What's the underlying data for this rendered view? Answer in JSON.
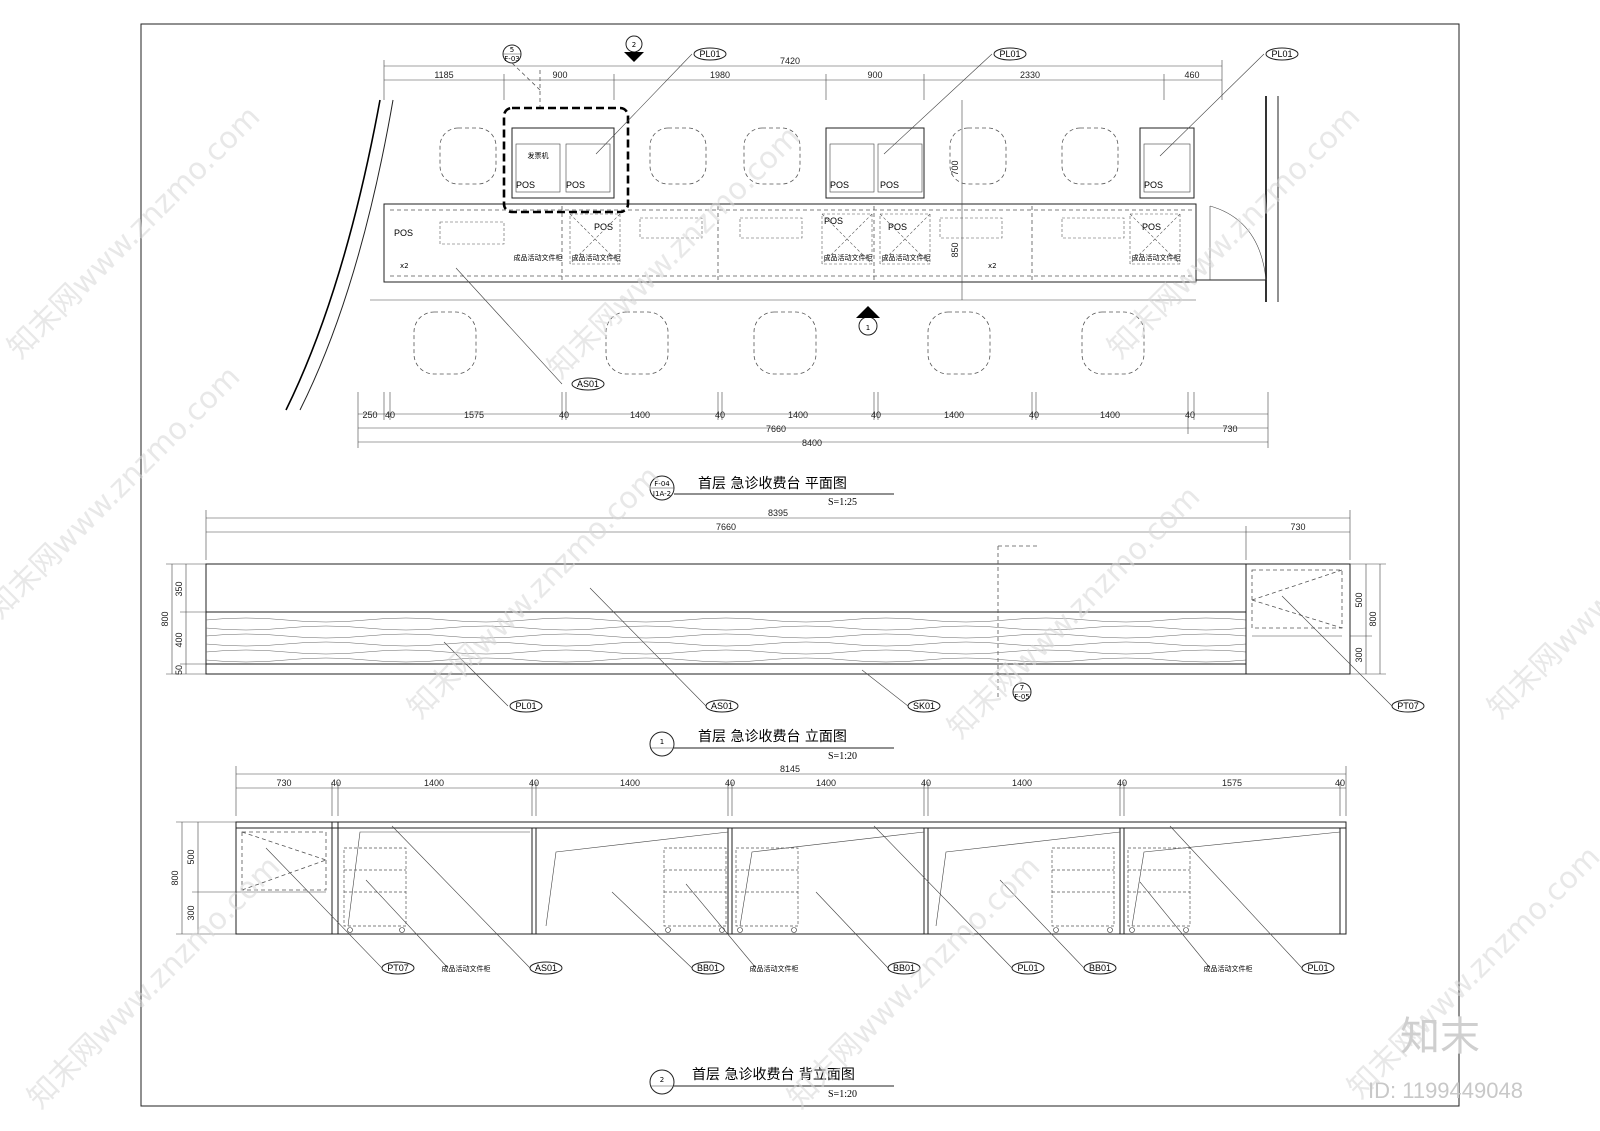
{
  "plan": {
    "top_dims": [
      "1185",
      "900",
      "1980",
      "900",
      "2330",
      "460"
    ],
    "top_total": "7420",
    "bottom_dims": [
      "250",
      "40",
      "1575",
      "40",
      "1400",
      "40",
      "1400",
      "40",
      "1400",
      "40",
      "1400",
      "40"
    ],
    "sub_total": "7660",
    "side_dim": "730",
    "total": "8400",
    "vert_dims": [
      "700",
      "850"
    ],
    "pos_label": "POS",
    "cabinet_label": "成品活动文件柜",
    "monitor_label": "发票机",
    "qty_labels": [
      "x2",
      "x2"
    ],
    "tags": [
      "PL01",
      "PL01",
      "PL01",
      "AS01"
    ],
    "section_ref": [
      "5",
      "F-03"
    ],
    "elev_ref": "2",
    "elev_ref2": "1",
    "title": "首层 急诊收费台 平面图",
    "drawing_no": [
      "F-04",
      "I1A-2"
    ],
    "scale": "S=1:25"
  },
  "elevation": {
    "total": "8395",
    "dims": [
      "7660",
      "730"
    ],
    "vert_left": [
      "350",
      "400",
      "50"
    ],
    "vert_left_total": "800",
    "vert_right": [
      "500",
      "300"
    ],
    "vert_right_total": "800",
    "tags": [
      "PL01",
      "AS01",
      "SK01",
      "PT07"
    ],
    "ref": [
      "7",
      "F-05"
    ],
    "num": "1",
    "title": "首层 急诊收费台 立面图",
    "scale": "S=1:20"
  },
  "back_elevation": {
    "total": "8145",
    "dims": [
      "730",
      "40",
      "1400",
      "40",
      "1400",
      "40",
      "1400",
      "40",
      "1400",
      "40",
      "1575",
      "40"
    ],
    "vert": [
      "500",
      "300"
    ],
    "vert_total": "800",
    "tags": [
      "PT07",
      "成品活动文件柜",
      "AS01",
      "BB01",
      "成品活动文件柜",
      "BB01",
      "PL01",
      "BB01",
      "成品活动文件柜",
      "PL01"
    ],
    "num": "2",
    "title": "首层 急诊收费台 背立面图",
    "scale": "S=1:20"
  },
  "watermark": {
    "text": "知末网www.znzmo.com",
    "brand": "知末",
    "id": "ID: 1199449048"
  }
}
